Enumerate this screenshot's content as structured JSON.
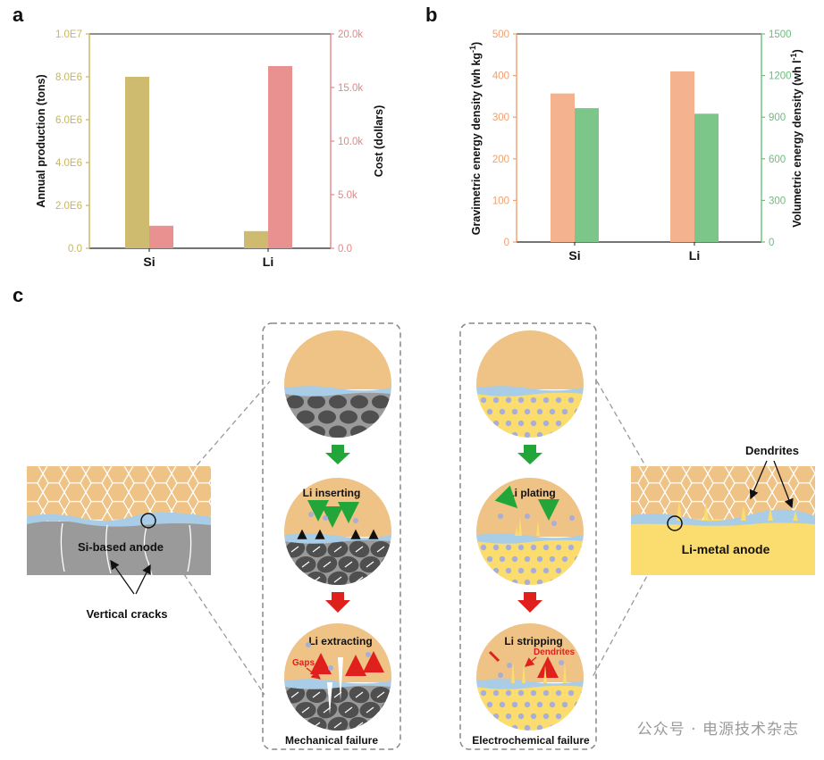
{
  "panels": {
    "a": "a",
    "b": "b",
    "c": "c"
  },
  "chart_data": [
    {
      "type": "bar",
      "categories": [
        "Si",
        "Li"
      ],
      "series": [
        {
          "name": "Annual production (tons)",
          "axis": "left",
          "values": [
            8000000,
            800000
          ],
          "color": "#cfbb70"
        },
        {
          "name": "Cost (dollars)",
          "axis": "right",
          "values": [
            2100,
            17000
          ],
          "color": "#e99090"
        }
      ],
      "ylabel": "Annual production (tons)",
      "y2label": "Cost (dollars)",
      "ylim": [
        0,
        10000000
      ],
      "y2lim": [
        0,
        20000
      ],
      "yticks": [
        "0.0",
        "2.0E6",
        "4.0E6",
        "6.0E6",
        "8.0E6",
        "1.0E7"
      ],
      "y2ticks": [
        "0.0",
        "5.0k",
        "10.0k",
        "15.0k",
        "20.0k"
      ],
      "left_axis_color": "#c9b55a",
      "right_axis_color": "#e68585"
    },
    {
      "type": "bar",
      "categories": [
        "Si",
        "Li"
      ],
      "series": [
        {
          "name": "Gravimetric energy density",
          "axis": "left",
          "values": [
            357,
            410
          ],
          "color": "#f4b28e"
        },
        {
          "name": "Volumetric energy density",
          "axis": "right",
          "values": [
            965,
            925
          ],
          "color": "#7dc68a"
        }
      ],
      "ylabel": "Gravimetric energy density (wh kg",
      "ylabel_sup": "-1",
      "y2label": "Volumetric energy density (wh l",
      "y2label_sup": "-1",
      "ylim": [
        0,
        500
      ],
      "y2lim": [
        0,
        1500
      ],
      "yticks": [
        "0",
        "100",
        "200",
        "300",
        "400",
        "500"
      ],
      "y2ticks": [
        "0",
        "300",
        "600",
        "900",
        "1200",
        "1500"
      ],
      "left_axis_color": "#f0a070",
      "right_axis_color": "#6abf7a"
    }
  ],
  "diagram": {
    "si_anode_label": "Si-based anode",
    "vertical_cracks_label": "Vertical cracks",
    "li_inserting": "Li inserting",
    "li_extracting": "Li extracting",
    "gaps": "Gaps",
    "mechanical_failure": "Mechanical failure",
    "li_plating": "Li plating",
    "li_stripping": "Li stripping",
    "dendrites_inner": "Dendrites",
    "electrochemical_failure": "Electrochemical failure",
    "dendrites_label": "Dendrites",
    "li_metal_anode_label": "Li-metal anode",
    "colors": {
      "cathode": "#efc285",
      "sei": "#a9cde6",
      "si": "#9a9a9a",
      "particle": "#4f4f4f",
      "limetal": "#fbdc6e",
      "dot": "#a8aed8",
      "green_arrow": "#22a63a",
      "red_arrow": "#e0201c"
    }
  },
  "watermark": "公众号 · 电源技术杂志"
}
